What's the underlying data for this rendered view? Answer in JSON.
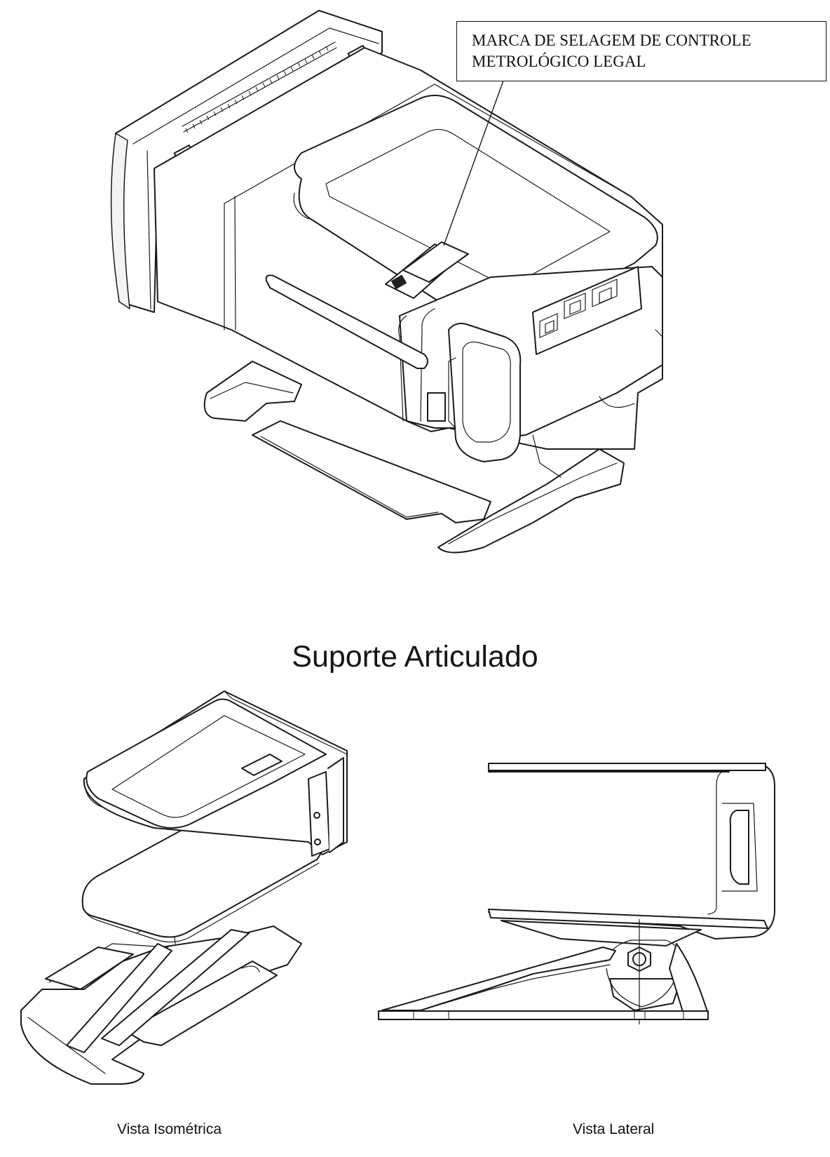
{
  "callout": {
    "line1": "MARCA DE SELAGEM DE CONTROLE",
    "line2": "METROLÓGICO LEGAL"
  },
  "section_title": "Suporte Articulado",
  "captions": {
    "isometric": "Vista Isométrica",
    "lateral": "Vista Lateral"
  }
}
